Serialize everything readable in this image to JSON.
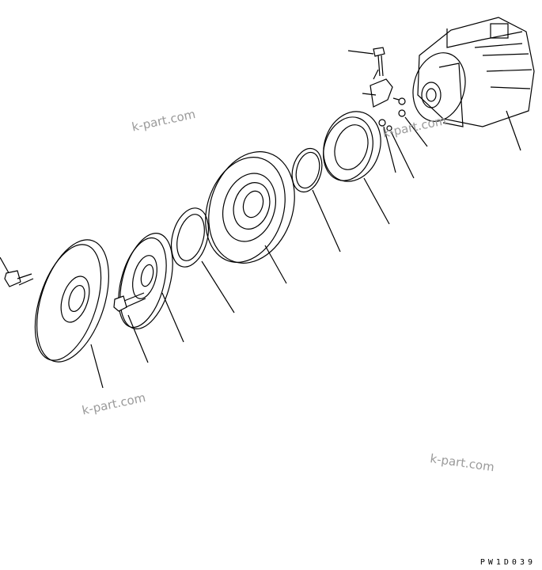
{
  "watermarks": [
    "k-part.com",
    "k-part.com",
    "k-part.com",
    "k-part.com"
  ],
  "drawing_code": "PW1D039",
  "colors": {
    "line": "#000000",
    "watermark": "#9a9a9a"
  }
}
